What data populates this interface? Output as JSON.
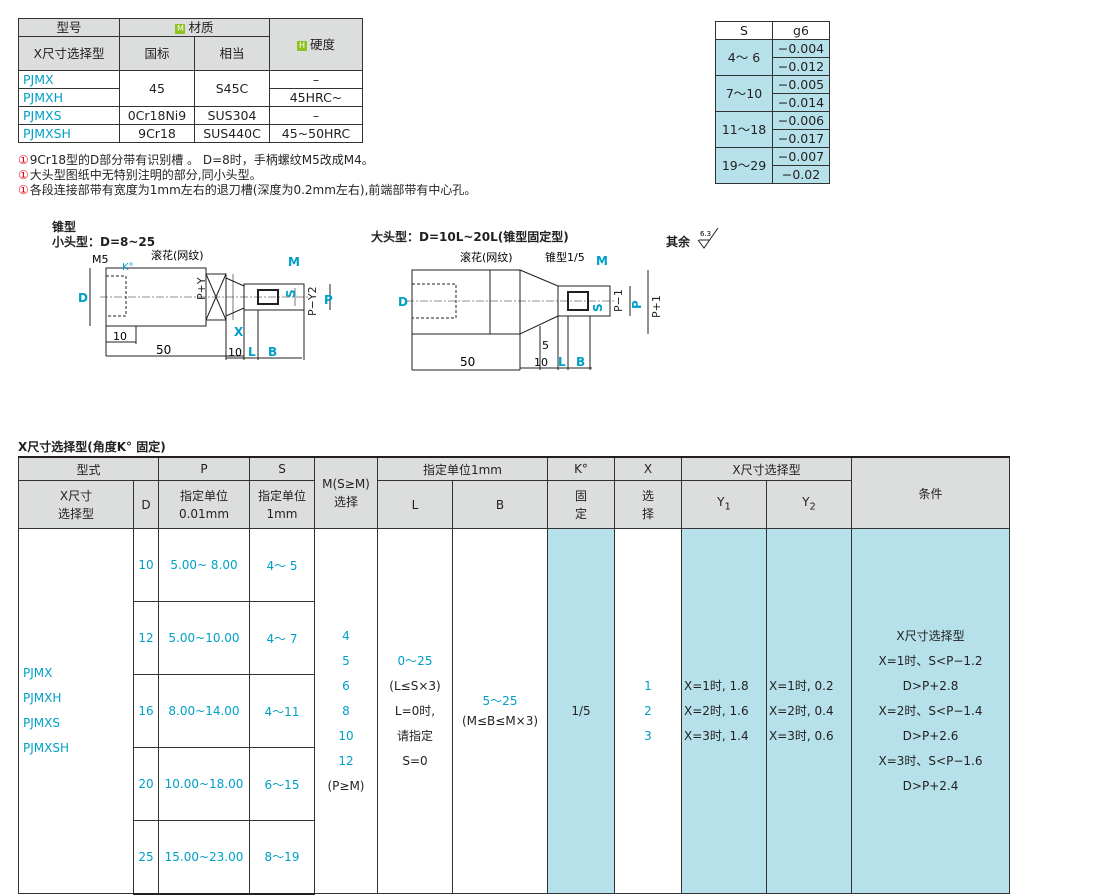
{
  "material_table": {
    "header": {
      "model": "型号",
      "material": "材质",
      "x_type": "X尺寸选择型",
      "gb": "国标",
      "equiv": "相当",
      "hardness": "硬度",
      "badge_m": "M",
      "badge_h": "H"
    },
    "rows": [
      {
        "model": "PJMX",
        "gb": "45",
        "equiv": "S45C",
        "hardness": "–"
      },
      {
        "model": "PJMXH",
        "hardness": "45HRC~"
      },
      {
        "model": "PJMXS",
        "gb": "0Cr18Ni9",
        "equiv": "SUS304",
        "hardness": "–"
      },
      {
        "model": "PJMXSH",
        "gb": "9Cr18",
        "equiv": "SUS440C",
        "hardness": "45~50HRC"
      }
    ]
  },
  "tolerance_table": {
    "header": {
      "s": "S",
      "g6": "g6"
    },
    "rows": [
      {
        "range": "4～ 6",
        "upper": "−0.004",
        "lower": "−0.012"
      },
      {
        "range": "7～10",
        "upper": "−0.005",
        "lower": "−0.014"
      },
      {
        "range": "11～18",
        "upper": "−0.006",
        "lower": "−0.017"
      },
      {
        "range": "19～29",
        "upper": "−0.007",
        "lower": "−0.02"
      }
    ]
  },
  "notes": [
    "9Cr18型的D部分带有识别槽 。    D=8时，手柄螺纹M5改成M4。",
    "大头型图纸中无特别注明的部分,同小头型。",
    "各段连接部带有宽度为1mm左右的退刀槽(深度为0.2mm左右),前端部带有中心孔。"
  ],
  "note_icon": "①",
  "drawing": {
    "title_taper": "锥型",
    "small_head": "小头型：D=8~25",
    "large_head": "大头型：D=10L~20L(锥型固定型)",
    "finish": "其余",
    "finish_value": "6.3",
    "labels": {
      "m5": "M5",
      "k": "K°",
      "knurl": "滚花(网纹)",
      "m": "M",
      "d": "D",
      "py": "P+Y",
      "s": "S",
      "py2": "P−Y2",
      "p": "P",
      "x": "X",
      "ten": "10",
      "fifty": "50",
      "l": "L",
      "b": "B",
      "taper": "锥型1/5",
      "p1": "P−1",
      "pp1": "P+1",
      "five": "5"
    }
  },
  "spec_table": {
    "title": "X尺寸选择型(角度K° 固定)",
    "header": {
      "type": "型式",
      "p": "P",
      "s": "S",
      "m": "M(S≥M)",
      "m_sel": "选择",
      "unit1mm": "指定单位1mm",
      "k": "K°",
      "x": "X",
      "xsel": "X尺寸选择型",
      "cond": "条件",
      "xtype": "X尺寸",
      "xtype2": "选择型",
      "d": "D",
      "p_unit": "指定单位",
      "p_unit2": "0.01mm",
      "s_unit": "指定单位",
      "s_unit2": "1mm",
      "l": "L",
      "b": "B",
      "k_fixed": "固",
      "k_fixed2": "定",
      "x_sel": "选",
      "x_sel2": "择",
      "y1": "Y",
      "y1sub": "1",
      "y2": "Y",
      "y2sub": "2"
    },
    "models": [
      "PJMX",
      "PJMXH",
      "PJMXS",
      "PJMXSH"
    ],
    "rows": [
      {
        "d": "10",
        "p": "5.00~ 8.00",
        "s": "4～ 5"
      },
      {
        "d": "12",
        "p": "5.00~10.00",
        "s": "4～ 7"
      },
      {
        "d": "16",
        "p": "8.00~14.00",
        "s": "4～11"
      },
      {
        "d": "20",
        "p": "10.00~18.00",
        "s": "6～15"
      },
      {
        "d": "25",
        "p": "15.00~23.00",
        "s": "8～19"
      }
    ],
    "m_values": [
      "4",
      "5",
      "6",
      "8",
      "10",
      "12",
      "(P≥M)"
    ],
    "l_values": [
      "0～25",
      "(L≤S×3)",
      "L=0时,",
      "请指定",
      "S=0"
    ],
    "b_values": [
      "5～25",
      "(M≤B≤M×3)"
    ],
    "k_value": "1/5",
    "x_values": [
      "1",
      "2",
      "3"
    ],
    "y1_values": [
      "X=1时, 1.8",
      "X=2时, 1.6",
      "X=3时, 1.4"
    ],
    "y2_values": [
      "X=1时, 0.2",
      "X=2时, 0.4",
      "X=3时, 0.6"
    ],
    "cond_values": [
      "X尺寸选择型",
      "X=1时、S<P−1.2",
      "D>P+2.8",
      "X=2时、S<P−1.4",
      "D>P+2.6",
      "X=3时、S<P−1.6",
      "D>P+2.4"
    ]
  }
}
